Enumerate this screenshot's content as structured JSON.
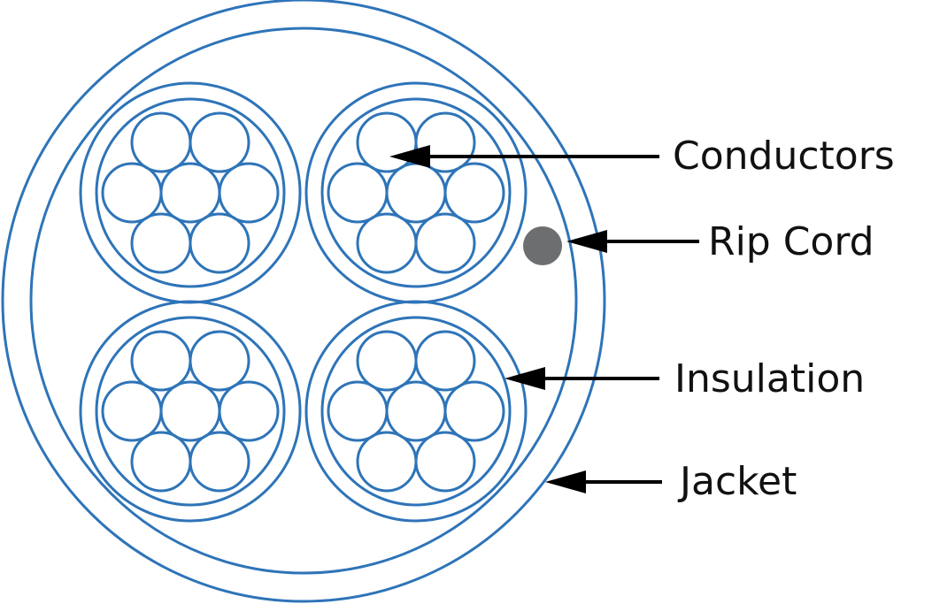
{
  "colors": {
    "stroke": "#2E74B8",
    "rip_cord": "#6D6E70",
    "arrow": "#000000",
    "text": "#111111"
  },
  "labels": {
    "conductors": "Conductors",
    "rip_cord": "Rip Cord",
    "insulation": "Insulation",
    "jacket": "Jacket"
  }
}
